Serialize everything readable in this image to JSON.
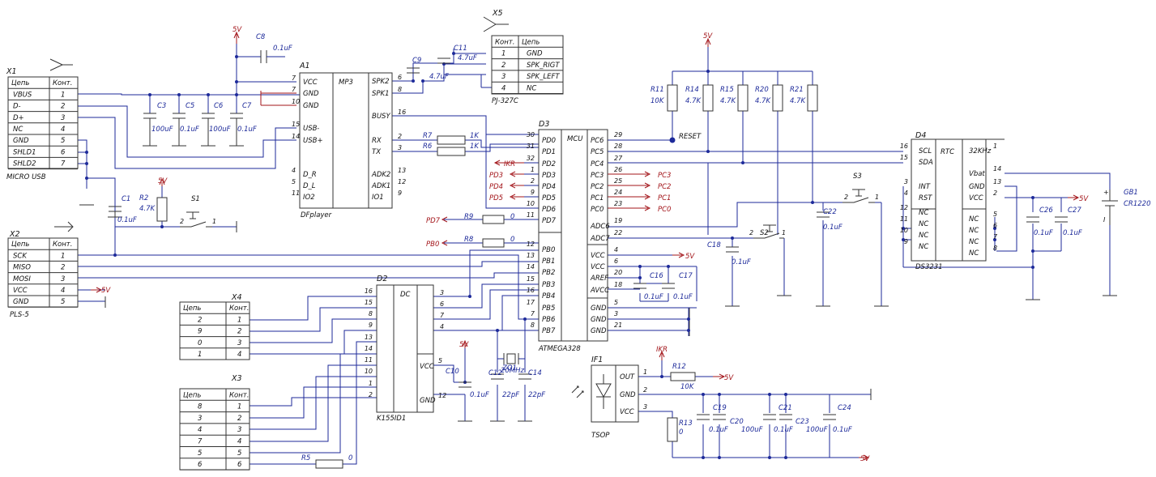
{
  "connectors": {
    "x1": {
      "ref": "X1",
      "name": "MICRO USB",
      "header": [
        "Цепь",
        "Конт."
      ],
      "rows": [
        [
          "VBUS",
          "1"
        ],
        [
          "D-",
          "2"
        ],
        [
          "D+",
          "3"
        ],
        [
          "NC",
          "4"
        ],
        [
          "GND",
          "5"
        ],
        [
          "SHLD1",
          "6"
        ],
        [
          "SHLD2",
          "7"
        ]
      ]
    },
    "x2": {
      "ref": "X2",
      "name": "PLS-5",
      "header": [
        "Цепь",
        "Конт."
      ],
      "rows": [
        [
          "SCK",
          "1"
        ],
        [
          "MISO",
          "2"
        ],
        [
          "MOSI",
          "3"
        ],
        [
          "VCC",
          "4"
        ],
        [
          "GND",
          "5"
        ]
      ]
    },
    "x3": {
      "ref": "X3",
      "header": [
        "Цепь",
        "Конт."
      ],
      "rows": [
        [
          "8",
          "1"
        ],
        [
          "3",
          "2"
        ],
        [
          "4",
          "3"
        ],
        [
          "7",
          "4"
        ],
        [
          "5",
          "5"
        ],
        [
          "6",
          "6"
        ]
      ]
    },
    "x4": {
      "ref": "X4",
      "header": [
        "Цепь",
        "Конт."
      ],
      "rows": [
        [
          "2",
          "1"
        ],
        [
          "9",
          "2"
        ],
        [
          "0",
          "3"
        ],
        [
          "1",
          "4"
        ]
      ]
    },
    "x5": {
      "ref": "X5",
      "name": "PJ-327C",
      "header": [
        "Конт.",
        "Цепь"
      ],
      "rows": [
        [
          "1",
          "GND"
        ],
        [
          "2",
          "SPK_RIGT"
        ],
        [
          "3",
          "SPK_LEFT"
        ],
        [
          "4",
          "NC"
        ]
      ]
    }
  },
  "chips": {
    "a1": {
      "ref": "A1",
      "type": "MP3",
      "name": "DFplayer",
      "left": [
        [
          "7",
          "VCC"
        ],
        [
          "7",
          "GND"
        ],
        [
          "10",
          "GND"
        ],
        [
          "15",
          "USB-"
        ],
        [
          "14",
          "USB+"
        ],
        [
          "4",
          "D_R"
        ],
        [
          "5",
          "D_L"
        ],
        [
          "11",
          "IO2"
        ]
      ],
      "right": [
        [
          "6",
          "SPK2"
        ],
        [
          "8",
          "SPK1"
        ],
        [
          "16",
          "BUSY"
        ],
        [
          "2",
          "RX"
        ],
        [
          "3",
          "TX"
        ],
        [
          "13",
          "ADK2"
        ],
        [
          "12",
          "ADK1"
        ],
        [
          "9",
          "IO1"
        ]
      ]
    },
    "d3": {
      "ref": "D3",
      "type": "MCU",
      "name": "ATMEGA328",
      "left": [
        [
          "30",
          "PD0"
        ],
        [
          "31",
          "PD1"
        ],
        [
          "32",
          "PD2"
        ],
        [
          "1",
          "PD3"
        ],
        [
          "2",
          "PD4"
        ],
        [
          "9",
          "PD5"
        ],
        [
          "10",
          "PD6"
        ],
        [
          "11",
          "PD7"
        ],
        [
          "12",
          "PB0"
        ],
        [
          "13",
          "PB1"
        ],
        [
          "14",
          "PB2"
        ],
        [
          "15",
          "PB3"
        ],
        [
          "16",
          "PB4"
        ],
        [
          "17",
          "PB5"
        ],
        [
          "7",
          "PB6"
        ],
        [
          "8",
          "PB7"
        ]
      ],
      "right": [
        [
          "29",
          "PC6"
        ],
        [
          "28",
          "PC5"
        ],
        [
          "27",
          "PC4"
        ],
        [
          "26",
          "PC3"
        ],
        [
          "25",
          "PC2"
        ],
        [
          "24",
          "PC1"
        ],
        [
          "23",
          "PC0"
        ],
        [
          "19",
          "ADC6"
        ],
        [
          "22",
          "ADC7"
        ],
        [
          "4",
          "VCC"
        ],
        [
          "6",
          "VCC"
        ],
        [
          "20",
          "AREF"
        ],
        [
          "18",
          "AVCC"
        ],
        [
          "5",
          "GND"
        ],
        [
          "3",
          "GND"
        ],
        [
          "21",
          "GND"
        ]
      ]
    },
    "d2": {
      "ref": "D2",
      "type": "DC",
      "name": "K155ID1",
      "left": [
        "16",
        "15",
        "8",
        "9",
        "13",
        "14",
        "11",
        "10",
        "1",
        "2"
      ],
      "in": [
        "3",
        "6",
        "7",
        "4"
      ],
      "vcc": [
        "5",
        "VCC"
      ],
      "gnd": [
        "12",
        "GND"
      ]
    },
    "d4": {
      "ref": "D4",
      "type": "RTC",
      "name": "DS3231",
      "left": [
        [
          "16",
          "SCL"
        ],
        [
          "15",
          "SDA"
        ],
        [
          "3",
          "INT"
        ],
        [
          "4",
          "RST"
        ],
        [
          "12",
          "NC"
        ],
        [
          "11",
          "NC"
        ],
        [
          "10",
          "NC"
        ],
        [
          "9",
          "NC"
        ]
      ],
      "right": [
        [
          "1",
          "32KHz"
        ],
        [
          "14",
          "Vbat"
        ],
        [
          "13",
          "GND"
        ],
        [
          "2",
          "VCC"
        ],
        [
          "5",
          "NC"
        ],
        [
          "6",
          "NC"
        ],
        [
          "7",
          "NC"
        ],
        [
          "8",
          "NC"
        ]
      ]
    },
    "if1": {
      "ref": "IF1",
      "name": "TSOP",
      "pins": [
        [
          "1",
          "OUT"
        ],
        [
          "2",
          "GND"
        ],
        [
          "3",
          "VCC"
        ]
      ]
    }
  },
  "components": {
    "c1": {
      "ref": "C1",
      "value": "0.1uF"
    },
    "c3": {
      "ref": "C3",
      "value": "100uF"
    },
    "c5": {
      "ref": "C5",
      "value": "0.1uF"
    },
    "c6": {
      "ref": "C6",
      "value": "100uF"
    },
    "c7": {
      "ref": "C7",
      "value": "0.1uF"
    },
    "c8": {
      "ref": "C8",
      "value": "0.1uF"
    },
    "c9": {
      "ref": "C9",
      "value": "4.7uF"
    },
    "c11": {
      "ref": "C11",
      "value": "4.7uF"
    },
    "c10": {
      "ref": "C10",
      "value": "0.1uF"
    },
    "c12": {
      "ref": "C12",
      "value": "22pF"
    },
    "c14": {
      "ref": "C14",
      "value": "22pF"
    },
    "c16": {
      "ref": "C16",
      "value": "0.1uF"
    },
    "c17": {
      "ref": "C17",
      "value": "0.1uF"
    },
    "c18": {
      "ref": "C18",
      "value": "0.1uF"
    },
    "c19": {
      "ref": "C19",
      "value": "0.1uF"
    },
    "c20": {
      "ref": "C20",
      "value": "100uF"
    },
    "c21": {
      "ref": "C21",
      "value": "0.1uF"
    },
    "c22": {
      "ref": "C22",
      "value": "0.1uF"
    },
    "c23": {
      "ref": "C23",
      "value": "100uF"
    },
    "c24": {
      "ref": "C24",
      "value": "0.1uF"
    },
    "c26": {
      "ref": "C26",
      "value": "0.1uF"
    },
    "c27": {
      "ref": "C27",
      "value": "0.1uF"
    },
    "r2": {
      "ref": "R2",
      "value": "4.7K"
    },
    "r5": {
      "ref": "R5",
      "value": "0"
    },
    "r6": {
      "ref": "R6",
      "value": "1K"
    },
    "r7": {
      "ref": "R7",
      "value": "1K"
    },
    "r8": {
      "ref": "R8",
      "value": "0"
    },
    "r9": {
      "ref": "R9",
      "value": "0"
    },
    "r11": {
      "ref": "R11",
      "value": "10K"
    },
    "r12": {
      "ref": "R12",
      "value": "10K"
    },
    "r13": {
      "ref": "R13",
      "value": "0"
    },
    "r14": {
      "ref": "R14",
      "value": "4.7K"
    },
    "r15": {
      "ref": "R15",
      "value": "4.7K"
    },
    "r20": {
      "ref": "R20",
      "value": "4.7K"
    },
    "r21": {
      "ref": "R21",
      "value": "4.7K"
    },
    "s1": {
      "ref": "S1",
      "p1": "2",
      "p2": "1"
    },
    "s2": {
      "ref": "S2",
      "p1": "2",
      "p2": "1"
    },
    "s3": {
      "ref": "S3",
      "p1": "2",
      "p2": "1"
    },
    "zq1": {
      "ref": "ZQ1",
      "value": "20MHz"
    },
    "gb1": {
      "ref": "GB1",
      "value": "CR1220"
    }
  },
  "nets": {
    "v5": "5V",
    "reset": "RESET",
    "ikr": "IKR",
    "pd3": "PD3",
    "pd4": "PD4",
    "pd5": "PD5",
    "pd7": "PD7",
    "pb0": "PB0",
    "pc0": "PC0",
    "pc1": "PC1",
    "pc2": "PC2",
    "pc3": "PC3"
  },
  "colors": {
    "wire": "#1d2a9a",
    "power": "#a3151a",
    "part": "#333333"
  }
}
